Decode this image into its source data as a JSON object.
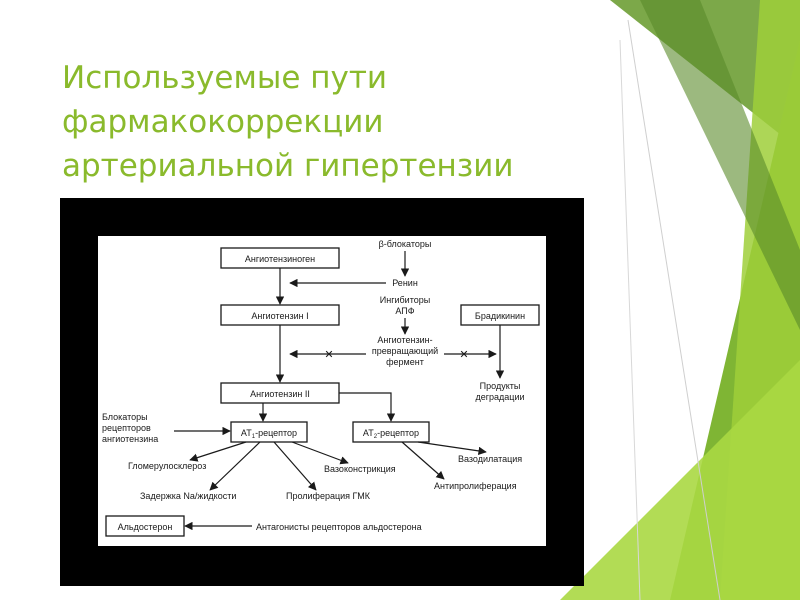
{
  "slide": {
    "title_lines": [
      "Используемые пути",
      "фармакокоррекции",
      "артериальной гипертензии"
    ],
    "accent_color": "#8aba2c"
  },
  "diagram": {
    "boxes": {
      "angiotensinogen": "Ангиотензиноген",
      "angiotensin1": "Ангиотензин I",
      "angiotensin2": "Ангиотензин II",
      "bradykinin": "Брадикинин",
      "at1_prefix": "AT",
      "at1_sub": "1",
      "at1_suffix": "-рецептор",
      "at2_prefix": "AT",
      "at2_sub": "2",
      "at2_suffix": "-рецептор",
      "aldosterone": "Альдостерон"
    },
    "labels": {
      "beta_blockers": "β-блокаторы",
      "renin": "Ренин",
      "ace_inhibitors_1": "Ингибиторы",
      "ace_inhibitors_2": "АПФ",
      "ace_1": "Ангиотензин-",
      "ace_2": "превращающий",
      "ace_3": "фермент",
      "degradation_1": "Продукты",
      "degradation_2": "деградации",
      "arb_1": "Блокаторы",
      "arb_2": "рецепторов",
      "arb_3": "ангиотензина",
      "glomerulosclerosis": "Гломерулосклероз",
      "vasoconstriction": "Вазоконстрикция",
      "na_retention": "Задержка Na/жидкости",
      "smc_proliferation": "Пролиферация ГМК",
      "vasodilation": "Вазодилатация",
      "antiproliferation": "Антипролиферация",
      "aldosterone_antagonists": "Антагонисты рецепторов альдостерона",
      "block_mark": "✕"
    }
  }
}
